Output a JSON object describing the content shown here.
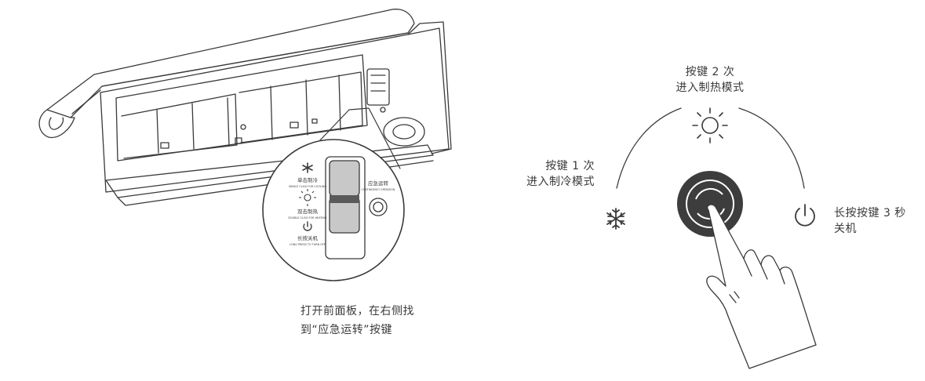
{
  "caption": {
    "line1": "打开前面板，在右侧找",
    "line2": "到“应急运转”按键"
  },
  "modes": {
    "cool": {
      "line1": "按键 1 次",
      "line2": "进入制冷模式",
      "icon": "snowflake-icon"
    },
    "heat": {
      "line1": "按键 2 次",
      "line2": "进入制热模式",
      "icon": "sun-icon"
    },
    "off": {
      "line1": "长按按键 3 秒",
      "line2": "关机",
      "icon": "power-icon"
    }
  },
  "panel_labels": {
    "cool_cn": "单击制冷",
    "cool_en": "SINGLE CLICK FOR COOLING",
    "heat_cn": "双击制热",
    "heat_en": "DOUBLE CLICK FOR HEATING",
    "off_cn": "长按关机",
    "off_en": "LONG PRESS TO TURN OFF",
    "emergency_cn": "应急运转",
    "emergency_en": "CONTINGENCY OPERATION"
  },
  "colors": {
    "line": "#3a3a3a",
    "button_fill": "#3d3d3d",
    "panel_gray": "#c8c8c8"
  }
}
